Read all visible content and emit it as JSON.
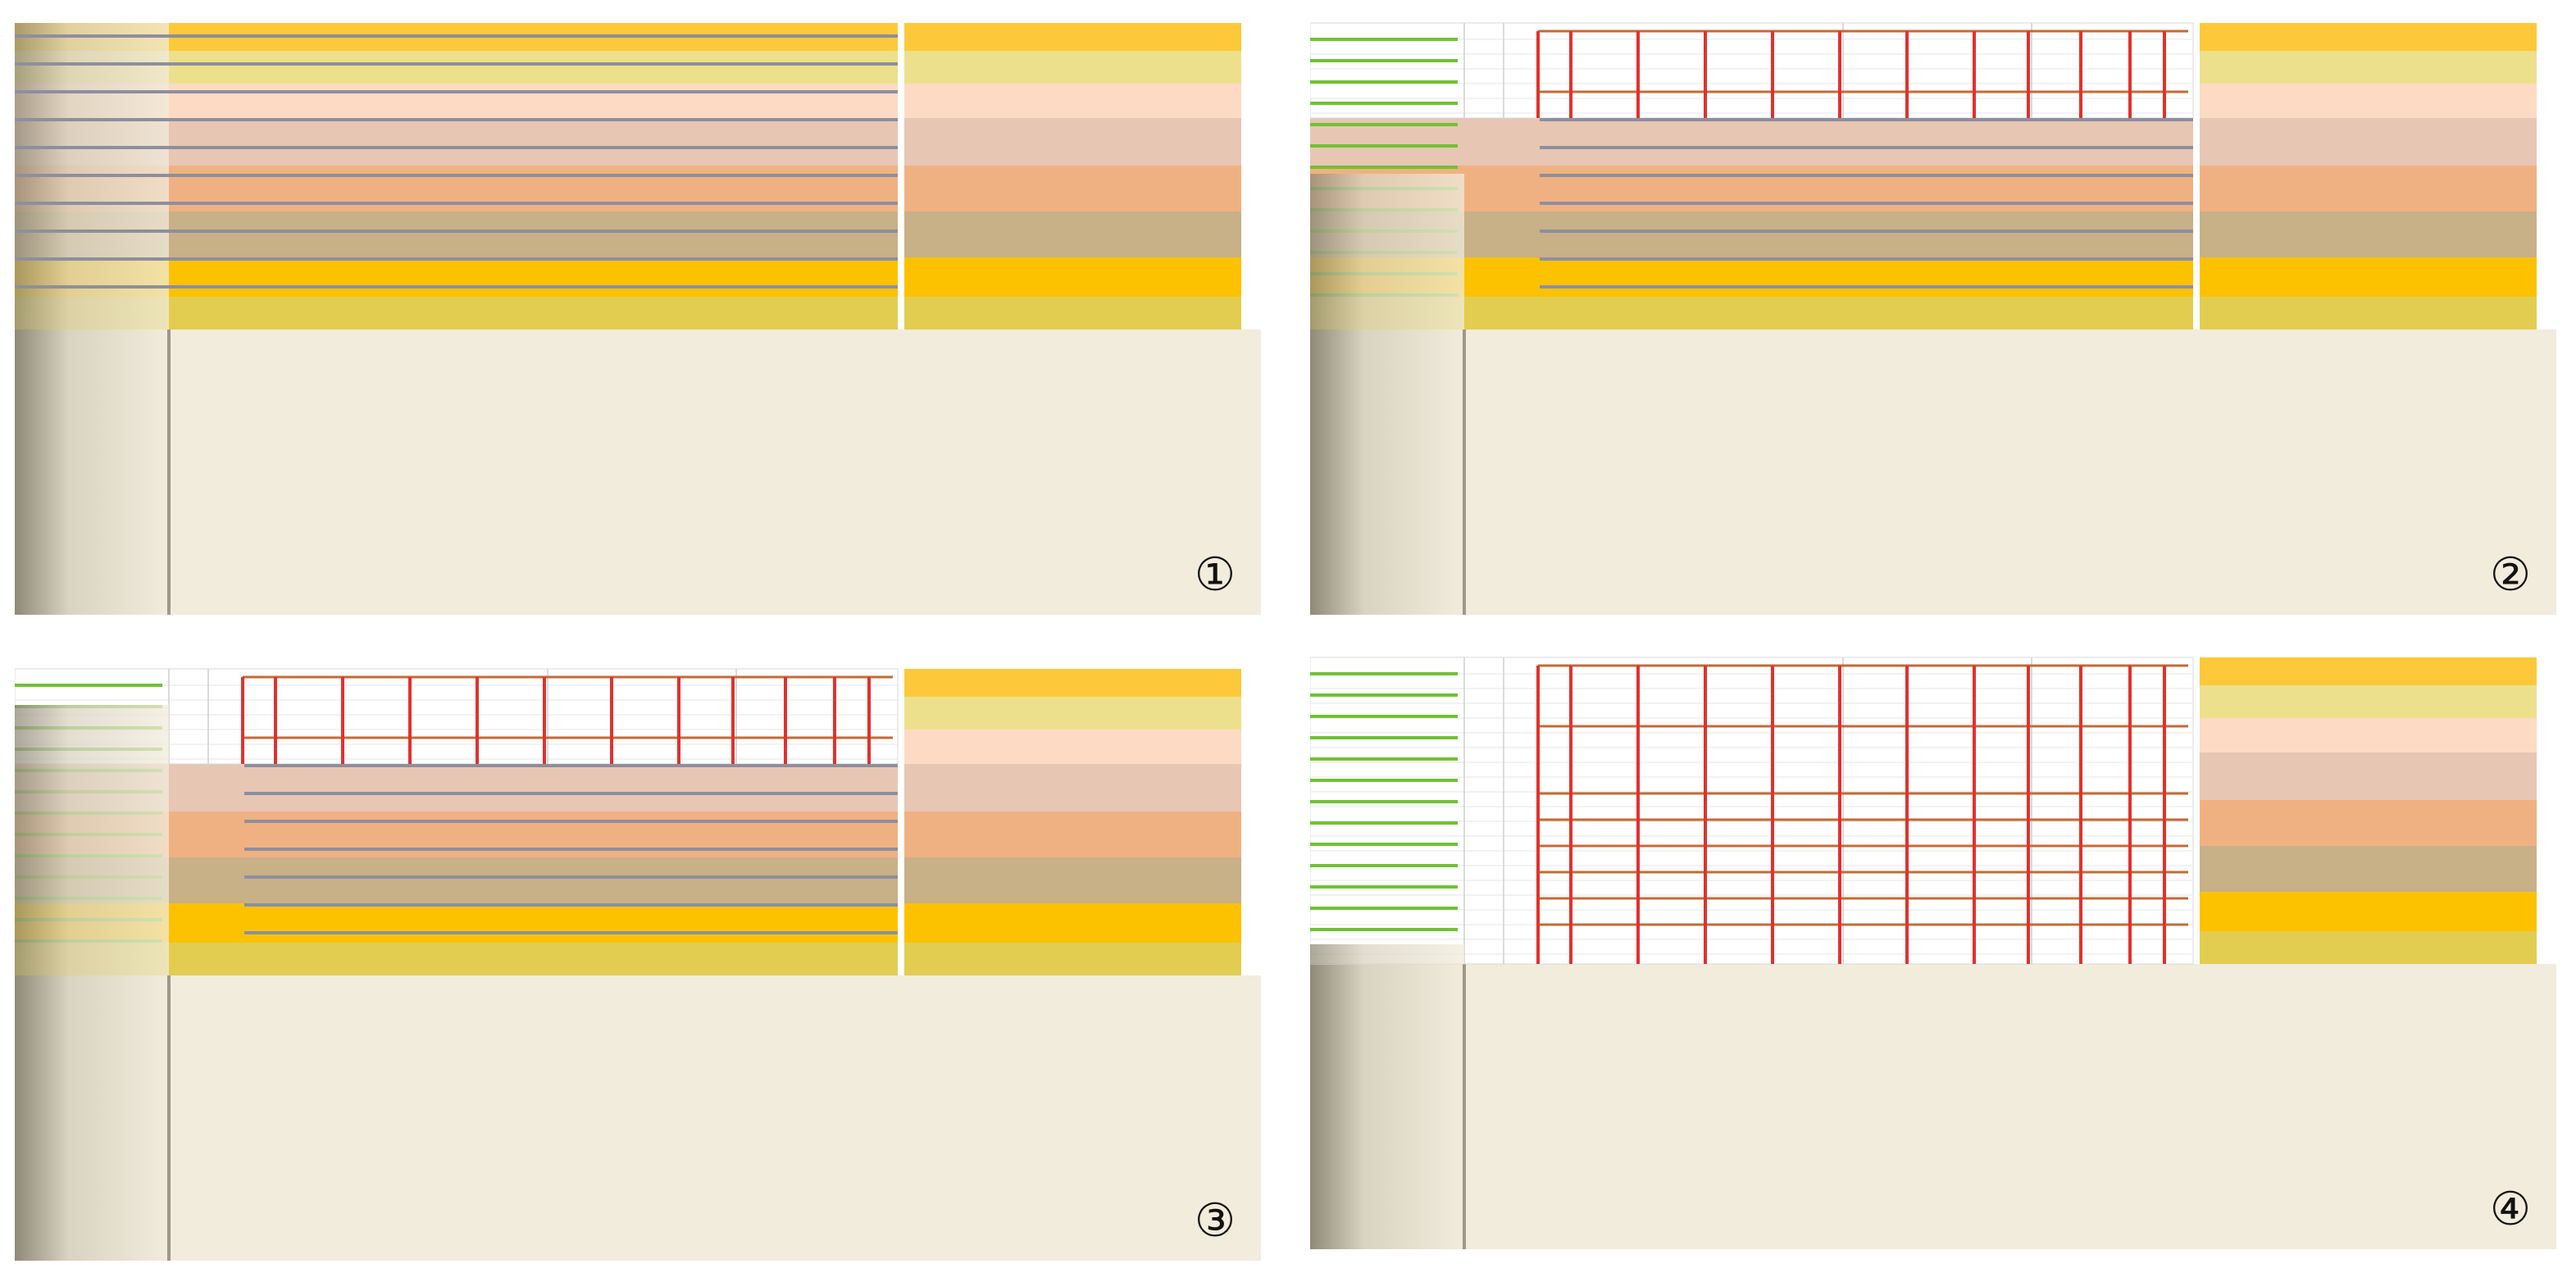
{
  "panels": [
    {
      "id": 1,
      "label": "①",
      "excavated_layers": 0,
      "support": false,
      "struts": 0
    },
    {
      "id": 2,
      "label": "②",
      "excavated_layers": 3,
      "support": true,
      "struts": 2
    },
    {
      "id": 3,
      "label": "③",
      "excavated_layers": 3,
      "support": true,
      "struts": 2
    },
    {
      "id": 4,
      "label": "④",
      "excavated_layers": 8,
      "support": true,
      "struts": 8
    }
  ],
  "colors": {
    "layers": [
      "#fdc93a",
      "#ece08d",
      "#fddac4",
      "#e8c6b4",
      "#f0b182",
      "#c8b087",
      "#fcc200",
      "#e2cd50"
    ],
    "ground": "#f1ecdc",
    "pile": "#c8c2b0",
    "anchor_rod": "#8d8f9e",
    "strut": "#e0322e",
    "wale": "#c46a35",
    "left_rebar": "#72c133"
  }
}
